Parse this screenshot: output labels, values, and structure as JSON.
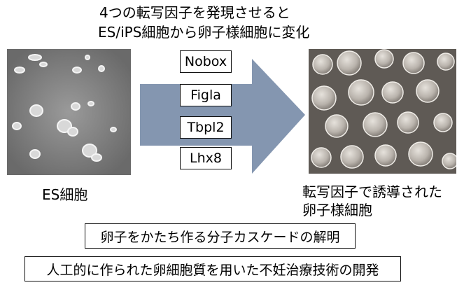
{
  "title": {
    "line1": "4つの転写因子を発現させると",
    "line2": "ES/iPS細胞から卵子様細胞に変化"
  },
  "genes": [
    "Nobox",
    "Figla",
    "Tbpl2",
    "Lhx8"
  ],
  "labels": {
    "es": "ES細胞",
    "induced_line1": "転写因子で誘導された",
    "induced_line2": "卵子様細胞"
  },
  "boxes": {
    "box1": "卵子をかたち作る分子カスケードの解明",
    "box2": "人工的に作られた卵細胞質を用いた不妊治療技術の開発"
  },
  "colors": {
    "arrow": "#8496b0"
  }
}
